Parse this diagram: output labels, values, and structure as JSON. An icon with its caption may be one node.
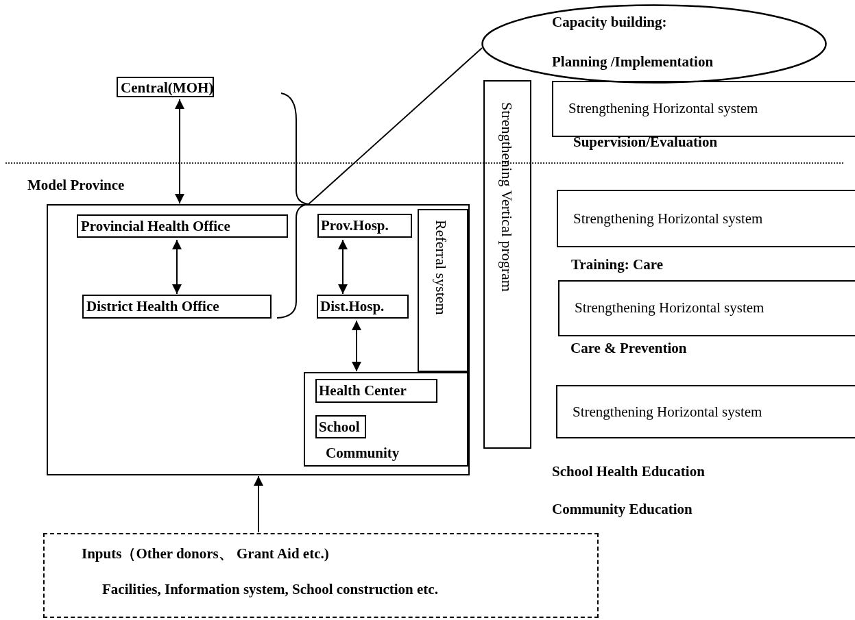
{
  "diagram": {
    "nodes": [
      {
        "text": [
          "Central(MOH)"
        ]
      },
      {
        "text": [
          "Model Province"
        ]
      },
      {
        "text": [
          "Provincial Health Office"
        ],
        "in": 1
      },
      {
        "text": [
          "District Health Office"
        ],
        "in": 1
      },
      {
        "text": [
          "Prov.Hosp."
        ],
        "in": 1
      },
      {
        "text": [
          "Dist.Hosp."
        ],
        "in": 1
      },
      {
        "text": [
          "Referral system"
        ],
        "in": 1
      },
      {
        "text": [
          "Community"
        ],
        "in": 1
      },
      {
        "text": [
          "Health Center"
        ],
        "in": 7
      },
      {
        "text": [
          "School"
        ],
        "in": 7
      },
      {
        "text": [
          "Capacity building:",
          "Planning /Implementation"
        ]
      },
      {
        "text": [
          "Strengthening Vertical program"
        ]
      },
      {
        "text": [
          "Strengthening Horizontal system"
        ]
      },
      {
        "text": [
          "Strengthening Horizontal system"
        ]
      },
      {
        "text": [
          "Strengthening Horizontal system"
        ]
      },
      {
        "text": [
          "Strengthening Horizontal system"
        ]
      },
      {
        "text": [
          "Inputs（Other donors、 Grant Aid etc.)",
          "Facilities, Information system, School construction etc."
        ]
      },
      {
        "text": [],
        "shape": "bracket"
      }
    ],
    "edges": [
      {
        "from": 0,
        "to": 1,
        "arrow": "both"
      },
      {
        "from": 2,
        "to": 3,
        "arrow": "both"
      },
      {
        "from": 4,
        "to": 5,
        "arrow": "both"
      },
      {
        "from": 5,
        "to": 7,
        "arrow": "both"
      },
      {
        "from": 10,
        "to": 17,
        "arrow": "none"
      },
      {
        "from": 16,
        "to": 1,
        "arrow": "to"
      }
    ],
    "labels": [
      "Supervision/Evaluation",
      "Training: Care",
      "Care & Prevention",
      "School Health Education",
      "Community Education"
    ]
  }
}
